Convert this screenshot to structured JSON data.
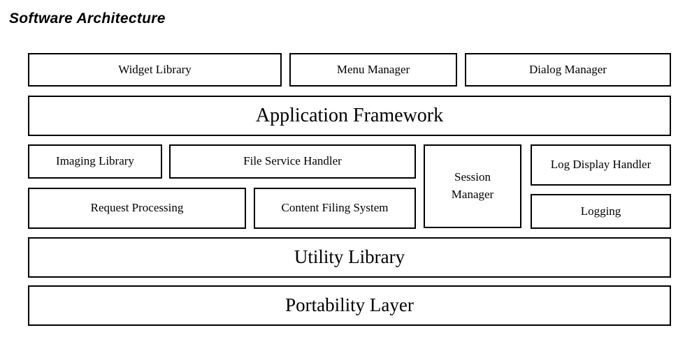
{
  "title": "Software Architecture",
  "colors": {
    "border": "#000000",
    "text": "#000000",
    "background": "#ffffff"
  },
  "diagram": {
    "type": "layered-architecture-block-diagram",
    "boxes": [
      {
        "key": "widget-library",
        "label": "Widget Library"
      },
      {
        "key": "menu-manager",
        "label": "Menu Manager"
      },
      {
        "key": "dialog-manager",
        "label": "Dialog Manager"
      },
      {
        "key": "application-framework",
        "label": "Application Framework"
      },
      {
        "key": "imaging-library",
        "label": "Imaging Library"
      },
      {
        "key": "file-service-handler",
        "label": "File Service Handler"
      },
      {
        "key": "session-manager",
        "label": "Session Manager"
      },
      {
        "key": "log-display-handler",
        "label": "Log Display Handler"
      },
      {
        "key": "request-processing",
        "label": "Request Processing"
      },
      {
        "key": "content-filing-system",
        "label": "Content Filing System"
      },
      {
        "key": "logging",
        "label": "Logging"
      },
      {
        "key": "utility-library",
        "label": "Utility Library"
      },
      {
        "key": "portability-layer",
        "label": "Portability Layer"
      }
    ]
  }
}
